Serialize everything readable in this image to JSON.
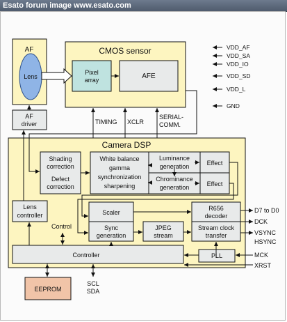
{
  "header": {
    "title": "Esato forum image www.esato.com"
  },
  "blocks": {
    "af": "AF",
    "lens": "Lens",
    "cmos": "CMOS sensor",
    "pixel_line1": "Pixel",
    "pixel_line2": "array",
    "afe": "AFE",
    "af_driver_line1": "AF",
    "af_driver_line2": "driver",
    "camera_dsp": "Camera DSP",
    "shading_line1": "Shading",
    "shading_line2": "correction",
    "defect_line1": "Defect",
    "defect_line2": "correction",
    "wb_line1": "White balance",
    "wb_line2": "gamma",
    "wb_line3": "synchronization",
    "wb_line4": "sharpening",
    "lum_line1": "Luminance",
    "lum_line2": "generation",
    "chrom_line1": "Chrominance",
    "chrom_line2": "generation",
    "effect1": "Effect",
    "effect2": "Effect",
    "lens_ctrl_line1": "Lens",
    "lens_ctrl_line2": "controller",
    "scaler": "Scaler",
    "sync_line1": "Sync",
    "sync_line2": "generation",
    "jpeg_line1": "JPEG",
    "jpeg_line2": "stream",
    "r656_line1": "R656",
    "r656_line2": "decoder",
    "stream_line1": "Stream clock",
    "stream_line2": "transfer",
    "controller": "Controller",
    "pll": "PLL",
    "eeprom": "EEPROM"
  },
  "signals": {
    "timing": "TIMING",
    "xclr": "XCLR",
    "serial_line1": "SERIAL-",
    "serial_line2": "COMM.",
    "control": "Control",
    "scl": "SCL",
    "sda": "SDA",
    "vdd_af": "VDD_AF",
    "vdd_sa": "VDD_SA",
    "vdd_io": "VDD_IO",
    "vdd_sd": "VDD_SD",
    "vdd_l": "VDD_L",
    "gnd": "GND",
    "d7_d0": "D7 to D0",
    "dck": "DCK",
    "vsync": "VSYNC",
    "hsync": "HSYNC",
    "mck": "MCK",
    "xrst": "XRST"
  },
  "colors": {
    "yellow": "#fdf5c0",
    "grey": "#e8eaea",
    "teal": "#bfe3e0",
    "lens": "#8fb4e6",
    "eeprom": "#f1c4a8"
  }
}
